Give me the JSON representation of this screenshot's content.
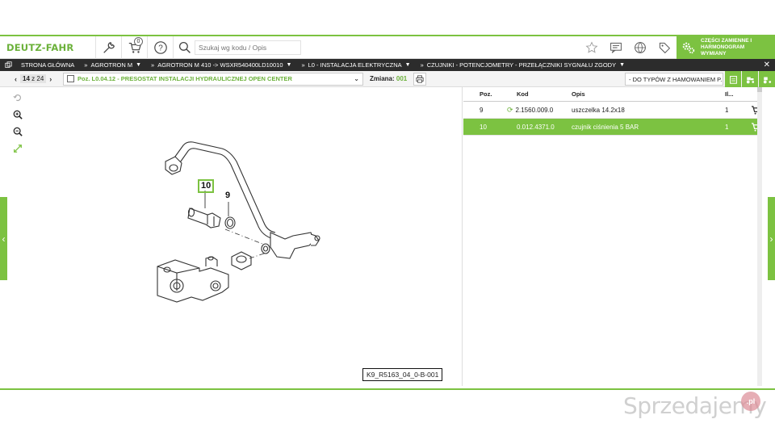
{
  "header": {
    "logo": "DEUTZ-FAHR",
    "cart_count": "0",
    "search_placeholder": "Szukaj wg kodu / Opis",
    "spare_parts_label": "CZĘŚCI ZAMIENNE I HARMONOGRAM WYMIANY"
  },
  "breadcrumb": {
    "items": [
      "STRONA GŁÓWNA",
      "AGROTRON M",
      "AGROTRON M 410 -> WSXR540400LD10010",
      "L0 - INSTALACJA ELEKTRYCZNA",
      "CZUJNIKI - POTENCJOMETRY - PRZEŁĄCZNIKI SYGNAŁU ZGODY"
    ]
  },
  "toolbar": {
    "page_current": "14",
    "page_of": "z 24",
    "position_label": "Poz. L0.04.12 - PRESOSTAT INSTALACJI HYDRAULICZNEJ OPEN CENTER",
    "zmiana_label": "Zmiana:",
    "zmiana_value": "001",
    "filter_value": "- DO TYPÓW Z HAMOWANIEM P..."
  },
  "diagram": {
    "callouts": [
      "10",
      "9"
    ],
    "drawing_code": "K9_R5163_04_0-B-001"
  },
  "parts_table": {
    "headers": {
      "poz": "Poz.",
      "kod": "Kod",
      "opis": "Opis",
      "il": "Il..."
    },
    "rows": [
      {
        "poz": "9",
        "kod": "2.1560.009.0",
        "opis": "uszczelka 14.2x18",
        "il": "1",
        "selected": false,
        "has_sync_icon": true
      },
      {
        "poz": "10",
        "kod": "0.012.4371.0",
        "opis": "czujnik ciśnienia 5 BAR",
        "il": "1",
        "selected": true,
        "has_sync_icon": false
      }
    ]
  },
  "watermark": {
    "text": "Sprzedajemy",
    "badge": ".pl"
  },
  "colors": {
    "accent": "#7cc241",
    "dark_bar": "#2c2c2c"
  }
}
